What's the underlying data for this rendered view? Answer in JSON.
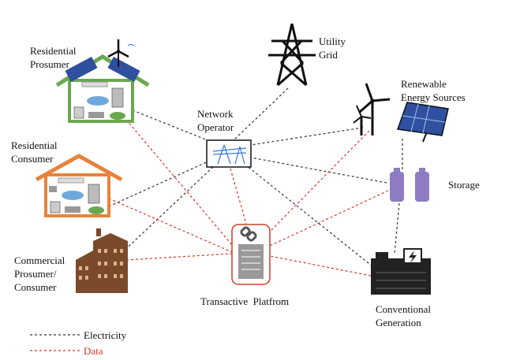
{
  "nodes": {
    "residential_prosumer": {
      "line1": "Residential",
      "line2": "Prosumer"
    },
    "residential_consumer": {
      "line1": "Residential",
      "line2": "Consumer"
    },
    "commercial": {
      "line1": "Commercial",
      "line2": "Prosumer/",
      "line3": "Consumer"
    },
    "utility_grid": {
      "line1": "Utility",
      "line2": "Grid"
    },
    "network_operator": {
      "line1": "Network",
      "line2": "Operator"
    },
    "renewable": {
      "line1": "Renewable",
      "line2": "Energy Sources"
    },
    "storage": {
      "label": "Storage"
    },
    "transactive_platform": {
      "label": "Transactive  Platfrom"
    },
    "conventional": {
      "line1": "Conventional",
      "line2": "Generation"
    }
  },
  "legend": {
    "electricity": {
      "label": "Electricity",
      "color": "#333333"
    },
    "data": {
      "label": "Data",
      "color": "#e0312b"
    }
  },
  "colors": {
    "house_green": "#6aa84f",
    "house_orange": "#e8823a",
    "storage_purple": "#8e7cc3",
    "platform_red": "#cc4125",
    "building_brown": "#7a4a2a",
    "panel_blue": "#2f4f9f"
  }
}
